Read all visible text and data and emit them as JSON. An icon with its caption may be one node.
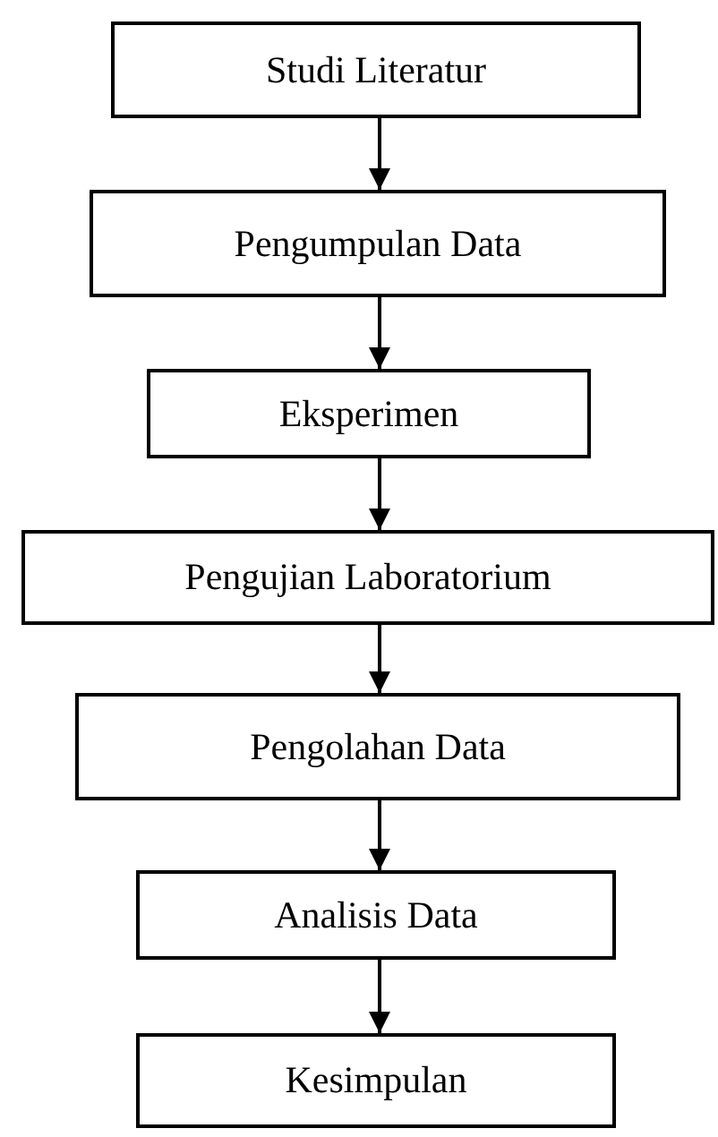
{
  "diagram": {
    "nodes": [
      {
        "text": [
          "Studi Literatur"
        ]
      },
      {
        "text": [
          "Pengumpulan Data"
        ]
      },
      {
        "text": [
          "Eksperimen"
        ]
      },
      {
        "text": [
          "Pengujian Laboratorium"
        ]
      },
      {
        "text": [
          "Pengolahan Data"
        ]
      },
      {
        "text": [
          "Analisis Data"
        ]
      },
      {
        "text": [
          "Kesimpulan"
        ]
      }
    ],
    "edges": [
      {
        "from": 0,
        "to": 1,
        "arrow": "to"
      },
      {
        "from": 1,
        "to": 2,
        "arrow": "to"
      },
      {
        "from": 2,
        "to": 3,
        "arrow": "to"
      },
      {
        "from": 3,
        "to": 4,
        "arrow": "to"
      },
      {
        "from": 4,
        "to": 5,
        "arrow": "to"
      },
      {
        "from": 5,
        "to": 6,
        "arrow": "to"
      }
    ]
  }
}
